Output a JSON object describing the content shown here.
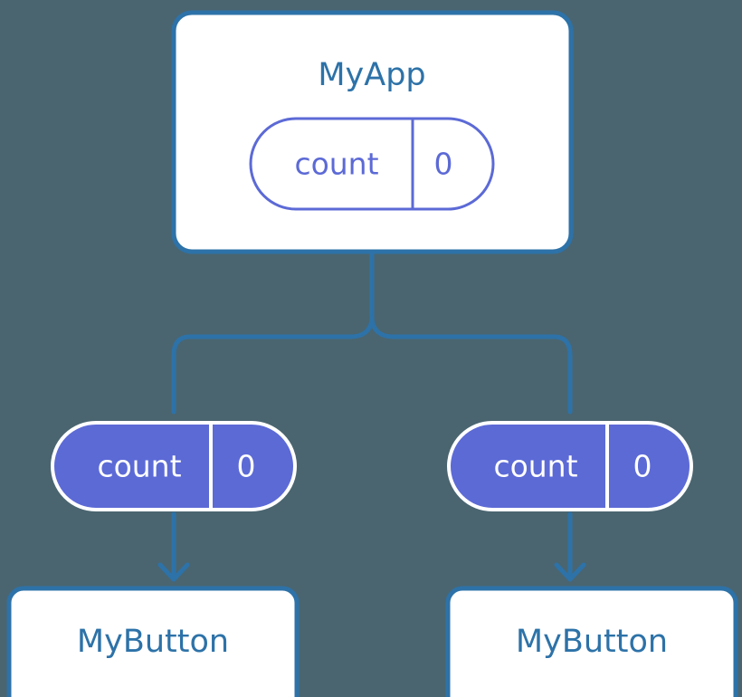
{
  "diagram": {
    "type": "component-state-tree",
    "background_color": "#4a6570",
    "accent_blue": "#2d72a8",
    "accent_purple": "#5c6ad6",
    "box_fill": "#ffffff",
    "white": "#ffffff"
  },
  "root": {
    "title": "MyApp",
    "state": {
      "key": "count",
      "value": "0"
    }
  },
  "branches": [
    {
      "state": {
        "key": "count",
        "value": "0"
      },
      "child": {
        "title": "MyButton"
      }
    },
    {
      "state": {
        "key": "count",
        "value": "0"
      },
      "child": {
        "title": "MyButton"
      }
    }
  ]
}
